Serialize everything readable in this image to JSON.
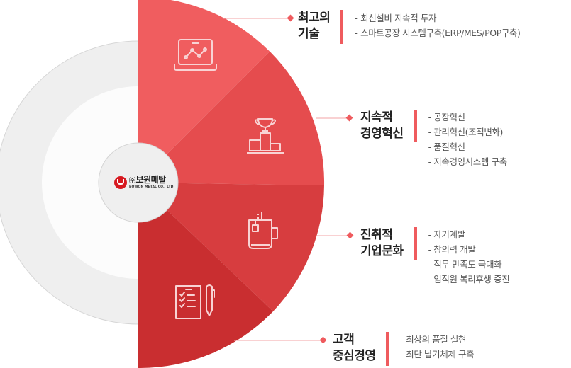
{
  "logo": {
    "paren": "㈜",
    "name_ko": "보원메탈",
    "name_en": "BOWON METAL CO., LTD."
  },
  "colors": {
    "wedge_1": "#f05d5f",
    "wedge_2": "#e54c4e",
    "wedge_3": "#d73d3f",
    "wedge_4": "#c92e30",
    "ring": "#efefef",
    "accent": "#ef5b5e",
    "connector": "#f3a3a5"
  },
  "sections": [
    {
      "icon": "laptop-chart-icon",
      "title_line1": "최고의",
      "title_line2": "기술",
      "bullets": [
        "- 최신설비 지속적 투자",
        "- 스마트공장 시스템구축(ERP/MES/POP구축)"
      ]
    },
    {
      "icon": "trophy-podium-icon",
      "title_line1": "지속적",
      "title_line2": "경영혁신",
      "bullets": [
        "- 공장혁신",
        "- 관리혁신(조직변화)",
        "- 품질혁신",
        "- 지속경영시스템 구축"
      ]
    },
    {
      "icon": "tea-mug-icon",
      "title_line1": "진취적",
      "title_line2": "기업문화",
      "bullets": [
        "- 자기계발",
        "- 창의력 개발",
        "- 직무 만족도 극대화",
        "- 임직원 복리후생 증진"
      ]
    },
    {
      "icon": "checklist-pen-icon",
      "title_line1": "고객",
      "title_line2": "중심경영",
      "bullets": [
        "- 최상의 품질 실현",
        "- 최단 납기체제 구축"
      ]
    }
  ]
}
